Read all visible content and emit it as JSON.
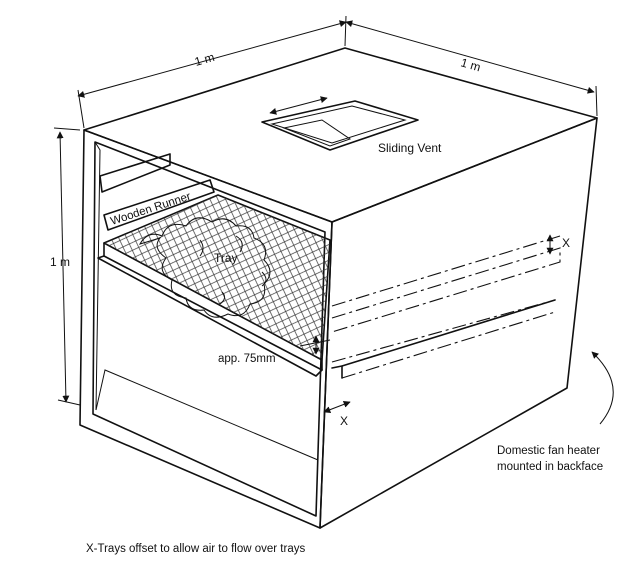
{
  "labels": {
    "top_dim_left": "1 m",
    "top_dim_right": "1 m",
    "side_dim": "1 m",
    "sliding_vent": "Sliding Vent",
    "wooden_runner": "Wooden Runner",
    "tray": "Tray",
    "tray_gap": "app. 75mm",
    "offset_x_right": "X",
    "offset_x_bottom": "X",
    "heater_line1": "Domestic fan heater",
    "heater_line2": "mounted in backface",
    "caption": "X-Trays offset to allow air to flow over trays"
  }
}
